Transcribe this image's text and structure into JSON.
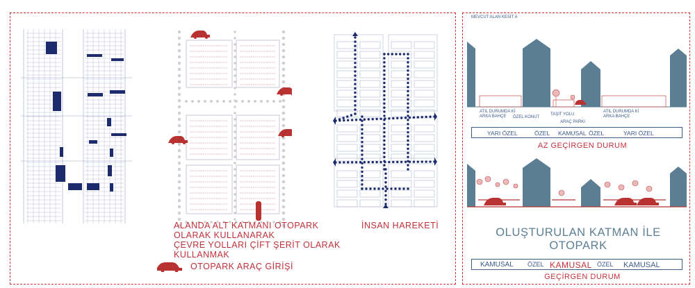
{
  "left_panel": {
    "caption_lines": [
      "ALANDA ALT KATMANI OTOPARK",
      "OLARAK KULLANARAK",
      "ÇEVRE YOLLARI ÇİFT ŞERİT OLARAK",
      "KULLANMAK"
    ],
    "legend_label": "OTOPARK ARAÇ GİRİŞİ",
    "movement_label": "İNSAN HAREKETİ"
  },
  "section_top": {
    "title": "MEVCUT ALAN KESİT A",
    "labels": {
      "atil_left_1": "ATIL DURUMDA Kİ",
      "atil_left_2": "ARKA BAHÇE",
      "ozel_konut": "ÖZEL KONUT",
      "tasit_yolu": "TAŞIT YOLU",
      "arac_parki": "ARAÇ PARKI",
      "atil_right_1": "ATIL DURUMDA Kİ",
      "atil_right_2": "ARKA BAHÇE"
    },
    "band": [
      "YARI ÖZEL",
      "ÖZEL",
      "KAMUSAL",
      "ÖZEL",
      "YARI ÖZEL"
    ],
    "status": "AZ GEÇİRGEN DURUM"
  },
  "section_bottom": {
    "headline": "OLUŞTURULAN KATMAN İLE OTOPARK",
    "band": [
      "KAMUSAL",
      "ÖZEL",
      "KAMUSAL",
      "ÖZEL",
      "KAMUSAL"
    ],
    "status": "GEÇİRGEN DURUM"
  },
  "colors": {
    "frame": "#d43030",
    "caption": "#c0303a",
    "building": "#5c7e94",
    "plan_lines": "#9aa4c8",
    "plan_fill": "#1c2b6b",
    "car": "#b83232"
  }
}
